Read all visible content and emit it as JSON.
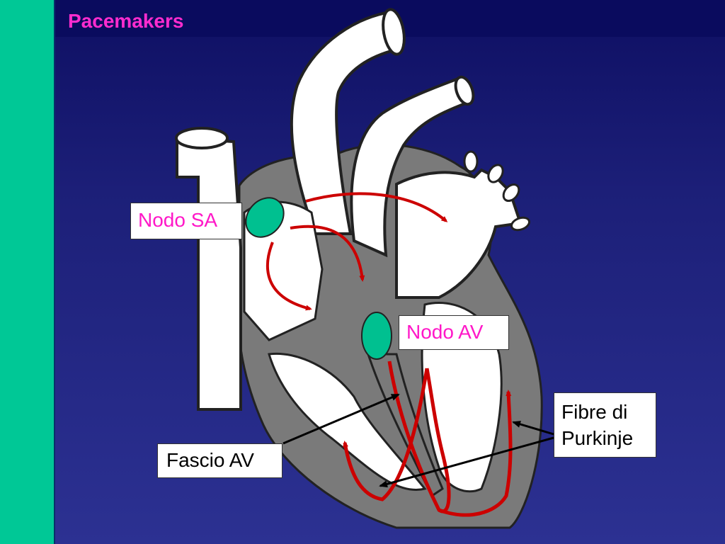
{
  "title": "Pacemakers",
  "labels": {
    "sa_node": "Nodo SA",
    "av_node": "Nodo AV",
    "av_bundle": "Fascio AV",
    "purkinje_line1": "Fibre di",
    "purkinje_line2": "Purkinje"
  },
  "colors": {
    "background": "#1c1f78",
    "sidebar": "#00c896",
    "title": "#ff2ccf",
    "node": "#00c090",
    "pathway": "#cc0000",
    "heart_wall": "#7a7a7a"
  }
}
